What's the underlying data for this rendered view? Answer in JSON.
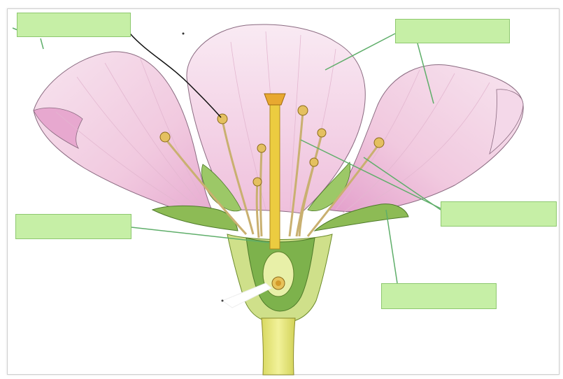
{
  "diagram": {
    "colors": {
      "label_fill": "#c6efa6",
      "label_border": "#8ec86f",
      "leader_line": "#5fae6a",
      "petal_pink": "#f3cfe4",
      "sepal_green": "#8dbb55",
      "stem_yellow": "#e5e57a"
    },
    "label_boxes": [
      {
        "id": 1,
        "text": ""
      },
      {
        "id": 2,
        "text": ""
      },
      {
        "id": 3,
        "text": ""
      },
      {
        "id": 4,
        "text": ""
      },
      {
        "id": 5,
        "text": ""
      }
    ]
  }
}
